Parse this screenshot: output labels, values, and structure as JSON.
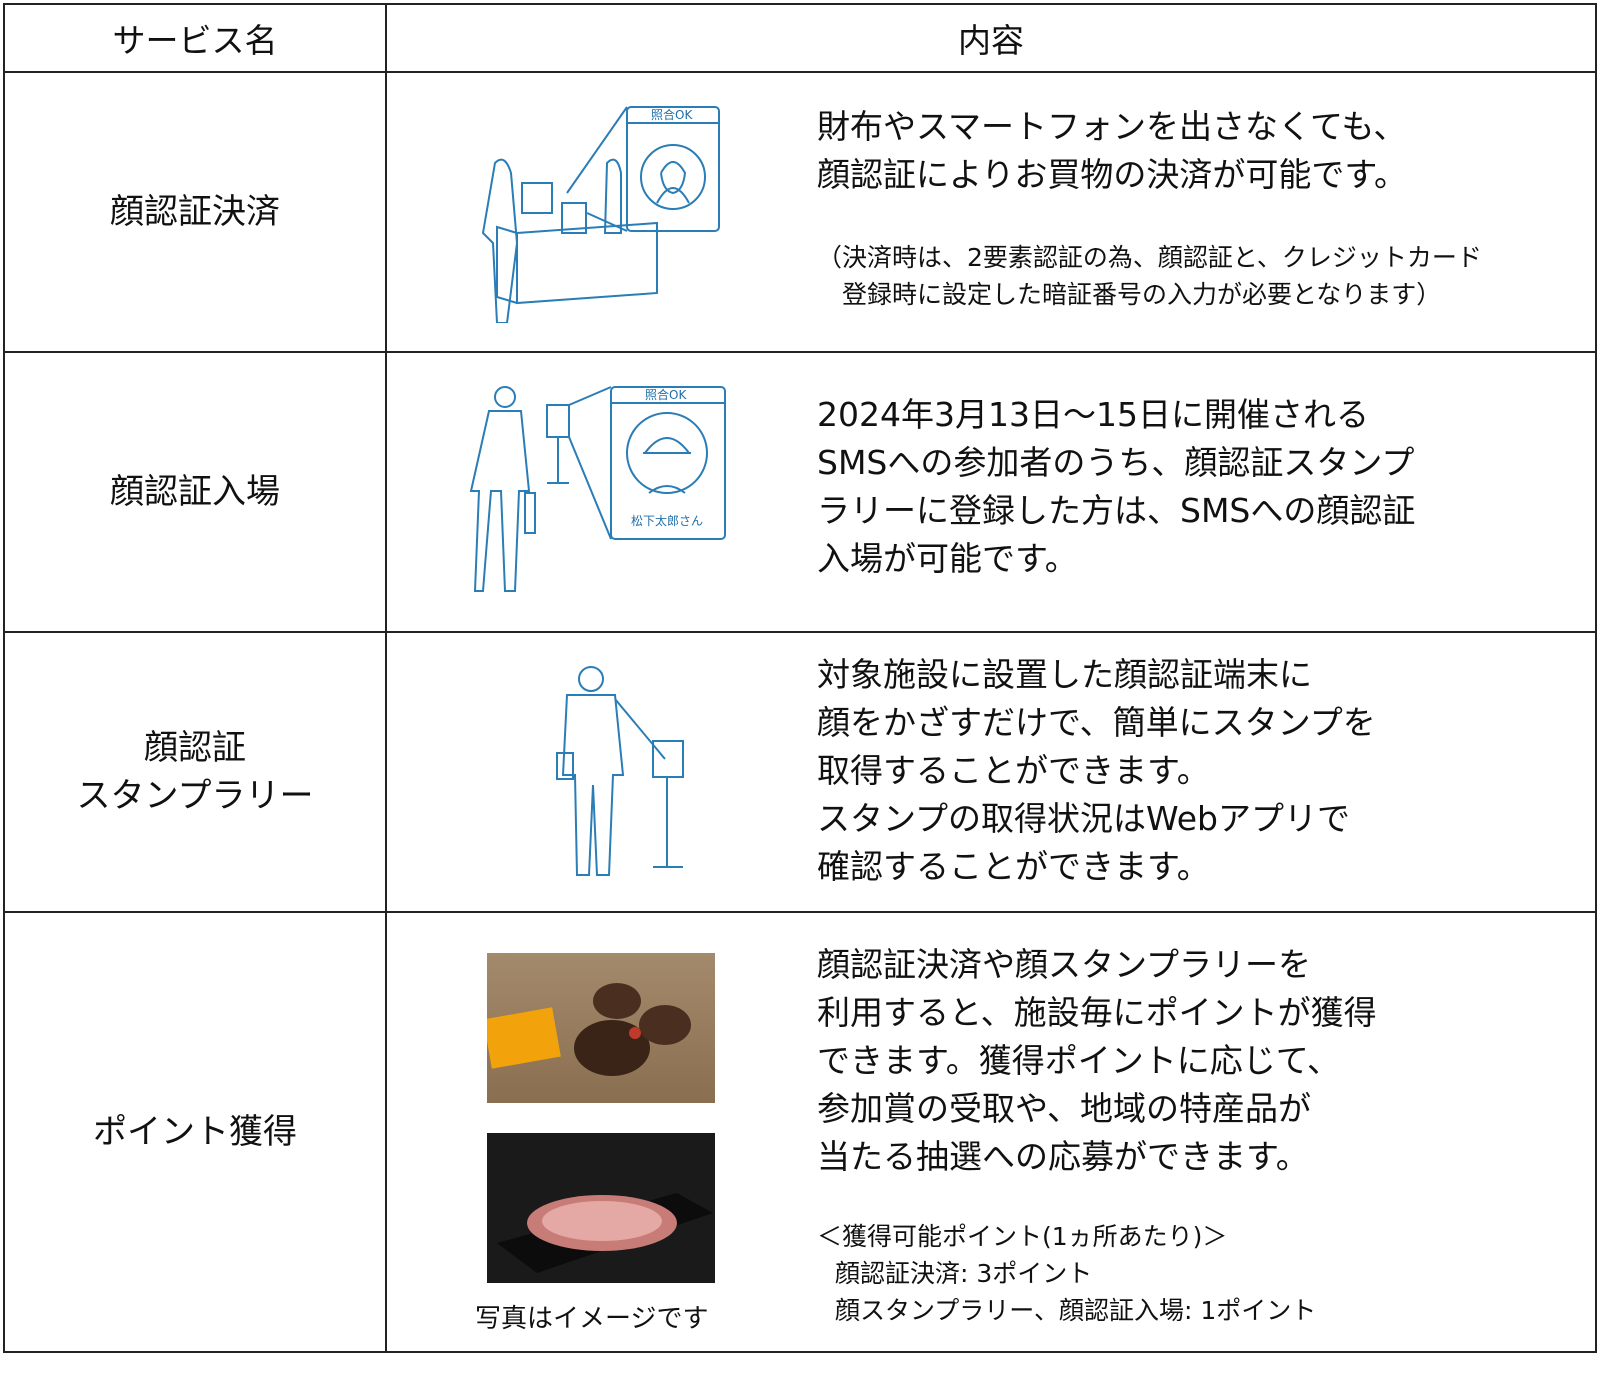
{
  "header": {
    "col1": "サービス名",
    "col2": "内容"
  },
  "rows": [
    {
      "name": "顔認証決済",
      "illustration_label": "照合OK",
      "description": "財布やスマートフォンを出さなくても、\n顔認証によりお買物の決済が可能です。",
      "note": "（決済時は、2要素認証の為、顔認証と、クレジットカード\n　登録時に設定した暗証番号の入力が必要となります）"
    },
    {
      "name": "顔認証入場",
      "illustration_label": "照合OK",
      "illustration_name": "松下太郎さん",
      "description": "2024年3月13日～15日に開催される\nSMSへの参加者のうち、顔認証スタンプ\nラリーに登録した方は、SMSへの顔認証\n入場が可能です。"
    },
    {
      "name_line1": "顔認証",
      "name_line2": "スタンプラリー",
      "description": "対象施設に設置した顔認証端末に\n顔をかざすだけで、簡単にスタンプを\n取得することができます。\nスタンプの取得状況はWebアプリで\n確認することができます。"
    },
    {
      "name": "ポイント獲得",
      "photo_caption": "写真はイメージです",
      "description": "顔認証決済や顔スタンプラリーを\n利用すると、施設毎にポイントが獲得\nできます。獲得ポイントに応じて、\n参加賞の受取や、地域の特産品が\n当たる抽選への応募ができます。",
      "points_title": "＜獲得可能ポイント(1ヵ所あたり)＞",
      "points": [
        "顔認証決済: 3ポイント",
        "顔スタンプラリー、顔認証入場: 1ポイント"
      ]
    }
  ],
  "colors": {
    "illustration": "#2a7db6",
    "border": "#222222"
  }
}
